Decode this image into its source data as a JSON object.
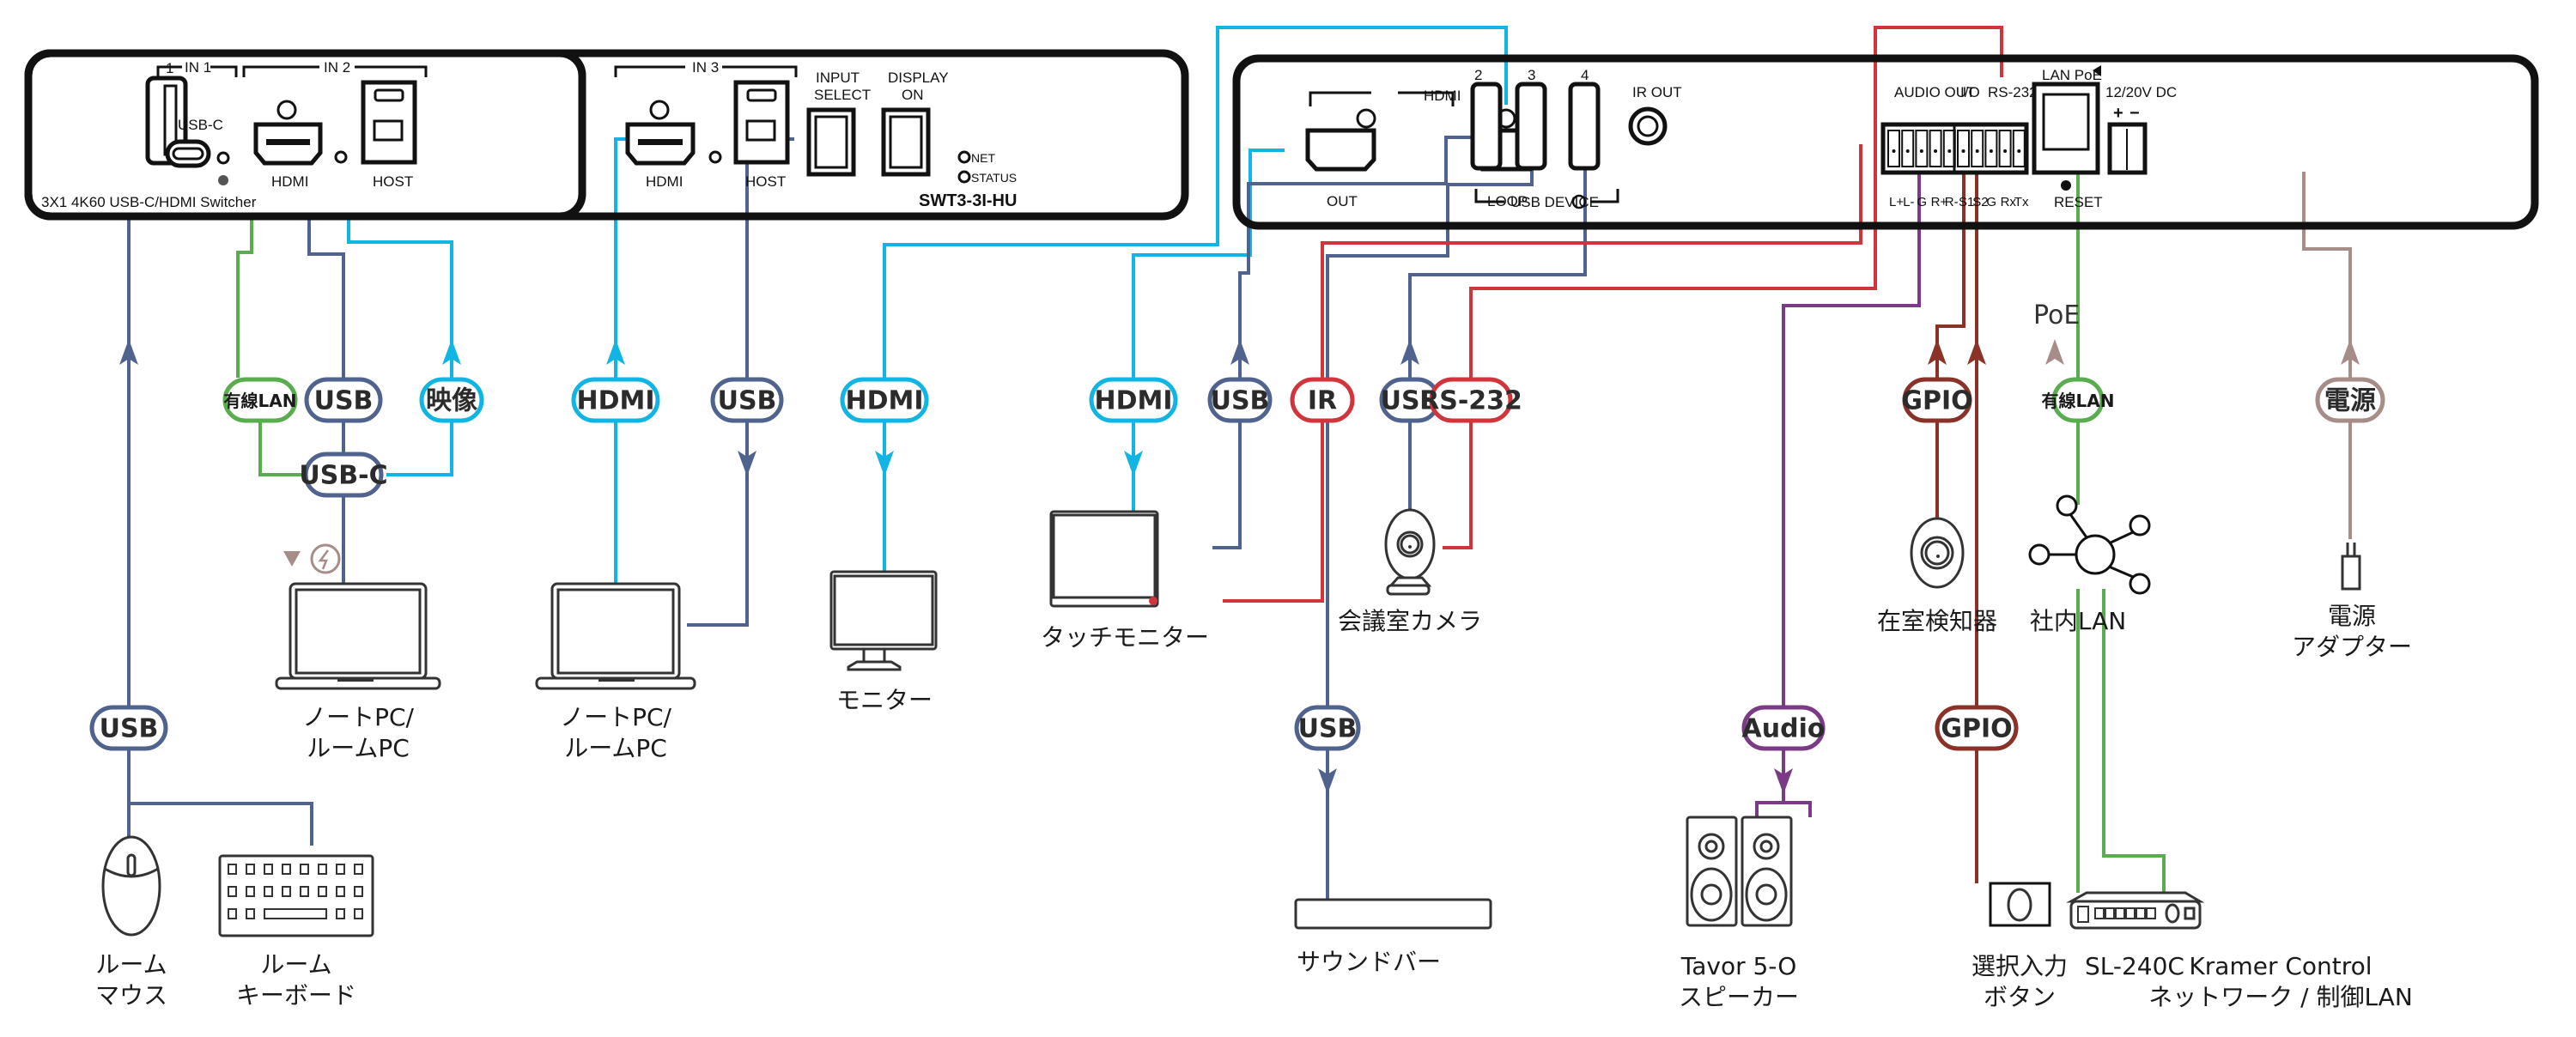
{
  "colors": {
    "hdmi": "#11b5e4",
    "usb": "#4f638e",
    "lan": "#5aad4e",
    "ir": "#d2343b",
    "audio": "#7b3a86",
    "gpio": "#8a3128",
    "power": "#a68d87",
    "text": "#1a1a1a"
  },
  "left_device": {
    "model_description": "3X1 4K60 USB-C/HDMI Switcher",
    "model": "SWT3-3I-HU",
    "usb_port_1": "1",
    "in1_label": "IN 1",
    "in2_label": "IN 2",
    "in3_label": "IN 3",
    "usbc_label": "USB-C",
    "hdmi_label": "HDMI",
    "host_label": "HOST",
    "input_select": "INPUT\nSELECT",
    "input_select_l1": "INPUT",
    "input_select_l2": "SELECT",
    "display_on_l1": "DISPLAY",
    "display_on_l2": "ON",
    "led_net": "NET",
    "led_status": "STATUS"
  },
  "right_device": {
    "hdmi_group": "HDMI",
    "out_label": "OUT",
    "loop_label": "LOOP",
    "usb2": "2",
    "usb3": "3",
    "usb4": "4",
    "usb_device_label": "USB DEVICE",
    "ir_out": "IR OUT",
    "audio_out": "AUDIO OUT",
    "io": "I/O",
    "rs232": "RS-232",
    "terminal_pins": [
      "L+",
      "L-",
      "G",
      "R+",
      "R-",
      "S1",
      "S2",
      "G",
      "Rx",
      "Tx"
    ],
    "lan_poe": "LAN PoE",
    "reset": "RESET",
    "dc": "12/20V DC",
    "plus": "+",
    "minus": "−"
  },
  "pills": {
    "lan_usbc": "有線LAN",
    "usb_usbc": "USB",
    "video_usbc": "映像",
    "usbc": "USB-C",
    "usb_mouse": "USB",
    "hdmi_in2": "HDMI",
    "usb_in3": "USB",
    "hdmi_loop": "HDMI",
    "hdmi_touch": "HDMI",
    "usb_touch": "USB",
    "ir_touch": "IR",
    "usb_cam": "USB",
    "rs232_cam": "RS-232",
    "gpio_sensor": "GPIO",
    "lan_poe": "有線LAN",
    "power": "電源",
    "usb_soundbar": "USB",
    "audio_speakers": "Audio",
    "gpio_button": "GPIO"
  },
  "poe_label": "PoE",
  "devices": {
    "laptop1": [
      "ノートPC/",
      "ルームPC"
    ],
    "laptop2": [
      "ノートPC/",
      "ルームPC"
    ],
    "monitor": [
      "モニター"
    ],
    "touch_monitor": [
      "タッチモニター"
    ],
    "camera": [
      "会議室カメラ"
    ],
    "sensor": [
      "在室検知器"
    ],
    "corp_lan": [
      "社内LAN"
    ],
    "power_adapter": [
      "電源",
      "アダプター"
    ],
    "mouse": [
      "ルーム",
      "マウス"
    ],
    "keyboard": [
      "ルーム",
      "キーボード"
    ],
    "soundbar": [
      "サウンドバー"
    ],
    "speakers": [
      "Tavor 5-O",
      "スピーカー"
    ],
    "button": [
      "選択入力",
      "ボタン"
    ],
    "sl240c": [
      "SL-240C"
    ],
    "kramer_control": [
      "Kramer Control",
      "ネットワーク / 制御LAN"
    ]
  }
}
